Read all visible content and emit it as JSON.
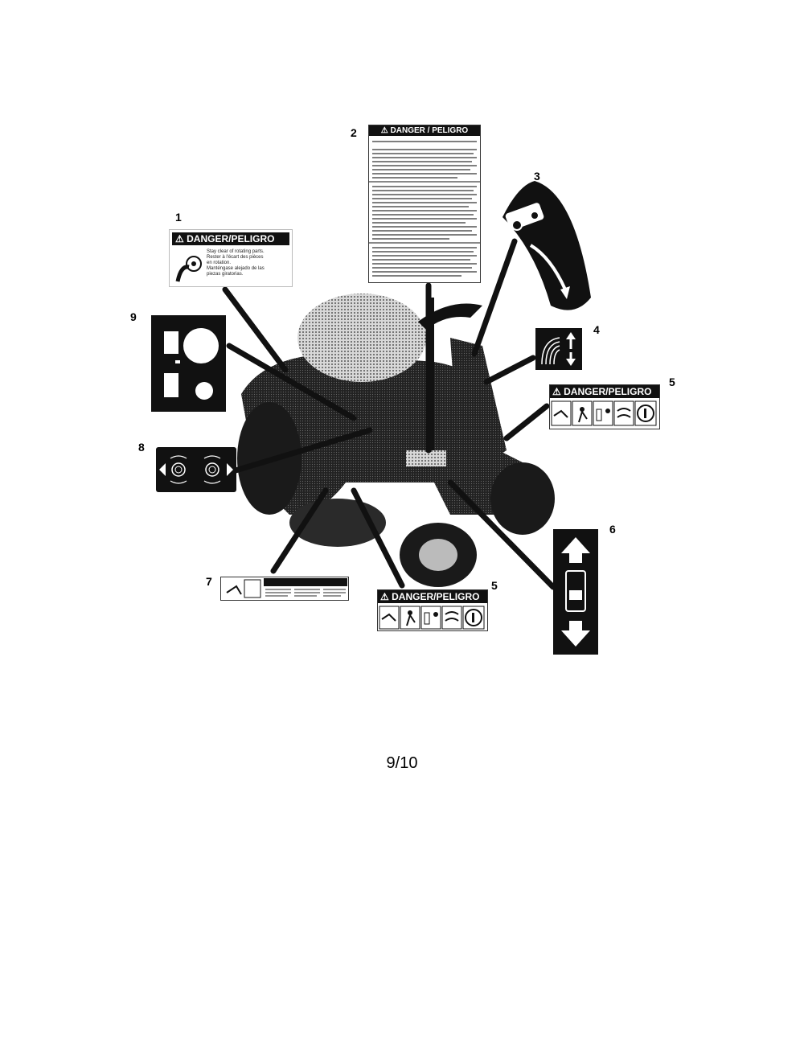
{
  "danger_text": "DANGER/PELIGRO",
  "danger_text_spaced": "DANGER / PELIGRO",
  "decal1": {
    "lines": [
      "Stay clear of rotating parts.",
      "Rester à l'écart des pièces",
      "en rotation.",
      "Manténgase alejado de las",
      "piezas giratorias."
    ]
  },
  "callouts": [
    "1",
    "2",
    "3",
    "4",
    "5",
    "5",
    "6",
    "7",
    "8",
    "9"
  ],
  "page_number": "9/10",
  "colors": {
    "ink": "#111111",
    "paper": "#ffffff"
  },
  "icons": [
    "warning-triangle-icon",
    "rotating-parts-icon",
    "mower-tractor-icon",
    "arrow-up-icon",
    "arrow-down-icon",
    "arrow-left-icon",
    "arrow-right-icon"
  ]
}
